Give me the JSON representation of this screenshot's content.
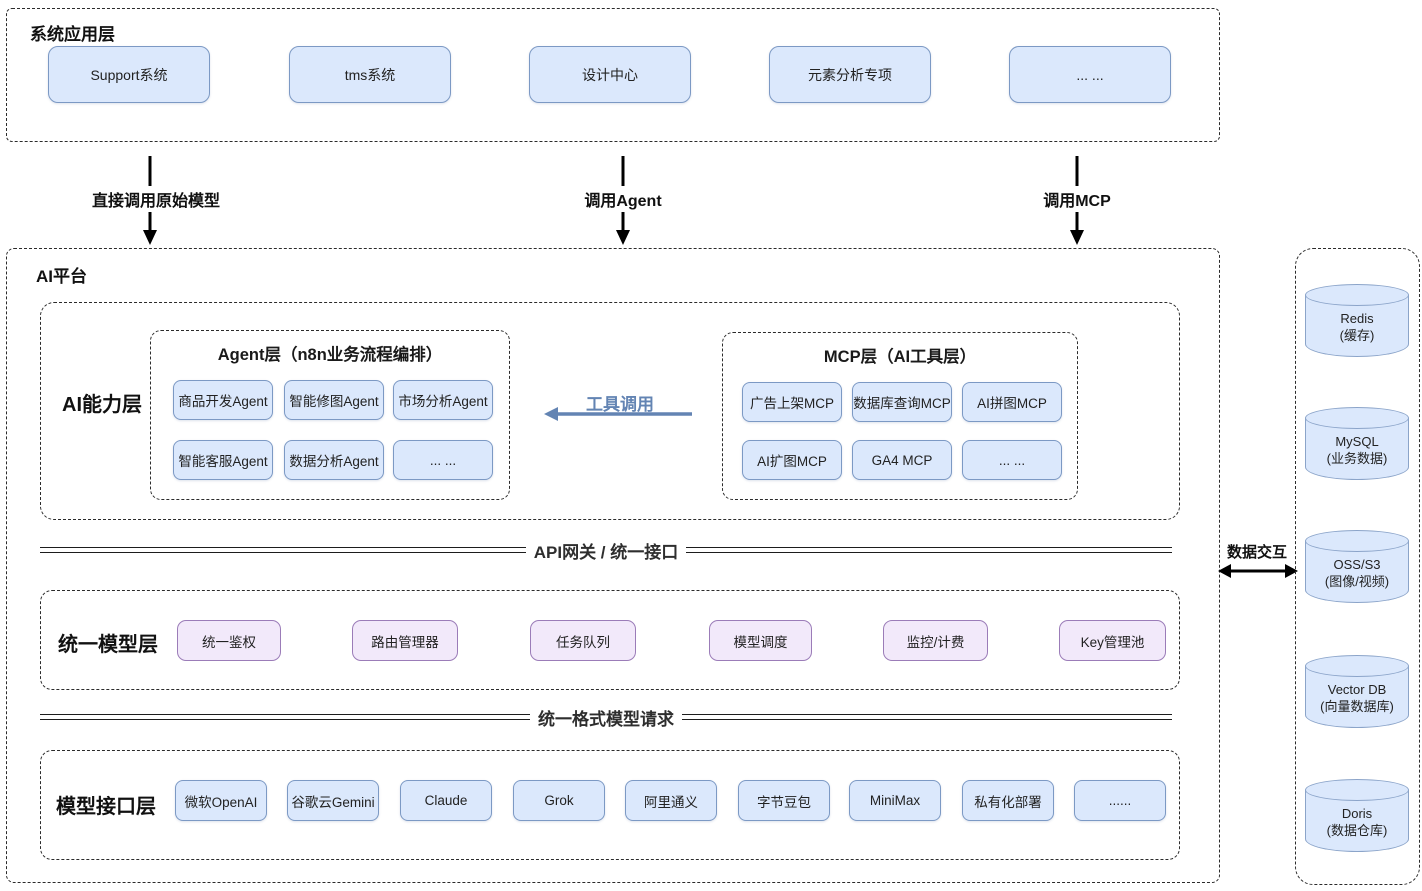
{
  "app_layer": {
    "title": "系统应用层",
    "systems": [
      "Support系统",
      "tms系统",
      "设计中心",
      "元素分析专项",
      "... ..."
    ]
  },
  "flows": {
    "direct_model": "直接调用原始模型",
    "call_agent": "调用Agent",
    "call_mcp": "调用MCP",
    "tool_call": "工具调用",
    "data_exchange": "数据交互"
  },
  "platform": {
    "title": "AI平台",
    "capability_layer": {
      "title": "AI能力层",
      "agent_layer": {
        "title": "Agent层（n8n业务流程编排）",
        "agents": [
          "商品开发Agent",
          "智能修图Agent",
          "市场分析Agent",
          "智能客服Agent",
          "数据分析Agent",
          "... ..."
        ]
      },
      "mcp_layer": {
        "title": "MCP层（AI工具层）",
        "tools": [
          "广告上架MCP",
          "数据库查询MCP",
          "AI拼图MCP",
          "AI扩图MCP",
          "GA4 MCP",
          "... ..."
        ]
      }
    },
    "api_gateway_label": "API网关 / 统一接口",
    "model_layer": {
      "title": "统一模型层",
      "modules": [
        "统一鉴权",
        "路由管理器",
        "任务队列",
        "模型调度",
        "监控/计费",
        "Key管理池"
      ]
    },
    "unified_request_label": "统一格式模型请求",
    "interface_layer": {
      "title": "模型接口层",
      "providers": [
        "微软OpenAI",
        "谷歌云Gemini",
        "Claude",
        "Grok",
        "阿里通义",
        "字节豆包",
        "MiniMax",
        "私有化部署",
        "......"
      ]
    }
  },
  "data_stores": [
    {
      "name": "Redis",
      "desc": "(缓存)"
    },
    {
      "name": "MySQL",
      "desc": "(业务数据)"
    },
    {
      "name": "OSS/S3",
      "desc": "(图像/视频)"
    },
    {
      "name": "Vector DB",
      "desc": "(向量数据库)"
    },
    {
      "name": "Doris",
      "desc": "(数据仓库)"
    }
  ],
  "colors": {
    "node_blue_fill": "#dbe8fc",
    "node_blue_border": "#7c99c4",
    "node_purple_fill": "#f2e9fa",
    "node_purple_border": "#9b7cb8",
    "tool_call_accent": "#6384b3",
    "line_black": "#1d1d1d"
  }
}
